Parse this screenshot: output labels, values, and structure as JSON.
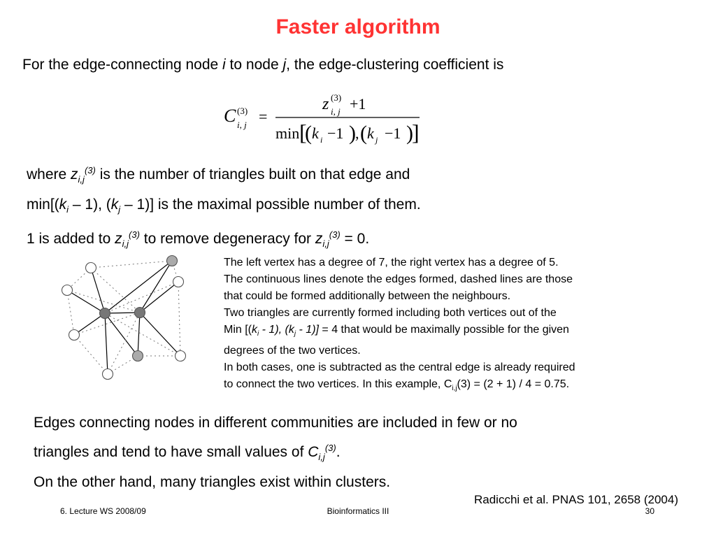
{
  "title": "Faster algorithm",
  "intro": {
    "prefix": "For the edge-connecting node ",
    "var_i": "i",
    "mid": " to node ",
    "var_j": "j",
    "suffix": ", the edge-clustering coefficient is"
  },
  "formula": {
    "lhs_symbol": "C",
    "superscript": "(3)",
    "subscript": "i, j",
    "equals": "=",
    "numerator_symbol": "z",
    "numerator_plus": "+1",
    "min": "min",
    "k": "k",
    "k_sub_i": "i",
    "k_sub_j": "j",
    "minus_one": "−1",
    "comma": ","
  },
  "explanation": {
    "line1": {
      "a": "where ",
      "z": "z",
      "sub": "i,j",
      "sup": "(3)",
      "b": " is the number of triangles built on that edge and"
    },
    "line2": {
      "a": "min[(",
      "k1": "k",
      "sub1": "i",
      "b": " – 1), (",
      "k2": "k",
      "sub2": "j",
      "c": " – 1)] is the maximal possible number of them."
    },
    "line3": {
      "a": "1 is added to ",
      "z1": "z",
      "sub1": "i,j",
      "sup1": "(3)",
      "b": " to remove degeneracy for ",
      "z2": "z",
      "sub2": "i,j",
      "sup2": "(3)",
      "c": " = 0."
    }
  },
  "caption": {
    "line1": "The left vertex has a degree of 7, the right vertex has a degree of 5.",
    "line2": "The continuous lines denote the edges formed, dashed lines are those",
    "line3": "that could be formed additionally between the neighbours.",
    "line4": "Two triangles are currently formed including both vertices out of the",
    "line5": {
      "a": "Min [(",
      "k1": "k",
      "sub1": "i",
      "b": " - 1), (",
      "k2": "k",
      "sub2": "j",
      "c": " - 1)]",
      "d": " = 4 that would be maximally possible for the given"
    },
    "line6": "degrees of the two vertices.",
    "line7": "In both cases, one is subtracted as the central edge is already required",
    "line8": {
      "a": "to connect the two vertices. In this example, C",
      "sub": "i,j",
      "b": "(3) = (2 + 1) / 4 = 0.75."
    }
  },
  "summary": {
    "line1": "Edges connecting nodes in different communities are included in few or no",
    "line2": {
      "a": "triangles and tend to have small values of ",
      "c": "C",
      "sub": "i,j",
      "sup": "(3)",
      "b": "."
    },
    "line3": "On the other hand, many triangles exist within clusters."
  },
  "citation": "Radicchi et al. PNAS 101, 2658 (2004)",
  "footer": {
    "left": "6. Lecture WS 2008/09",
    "center": "Bioinformatics III",
    "right": "30"
  },
  "colors": {
    "title": "#ff3333",
    "node_fill": "#ffffff",
    "central_node": "#777777",
    "shaded_node": "#aaaaaa"
  }
}
